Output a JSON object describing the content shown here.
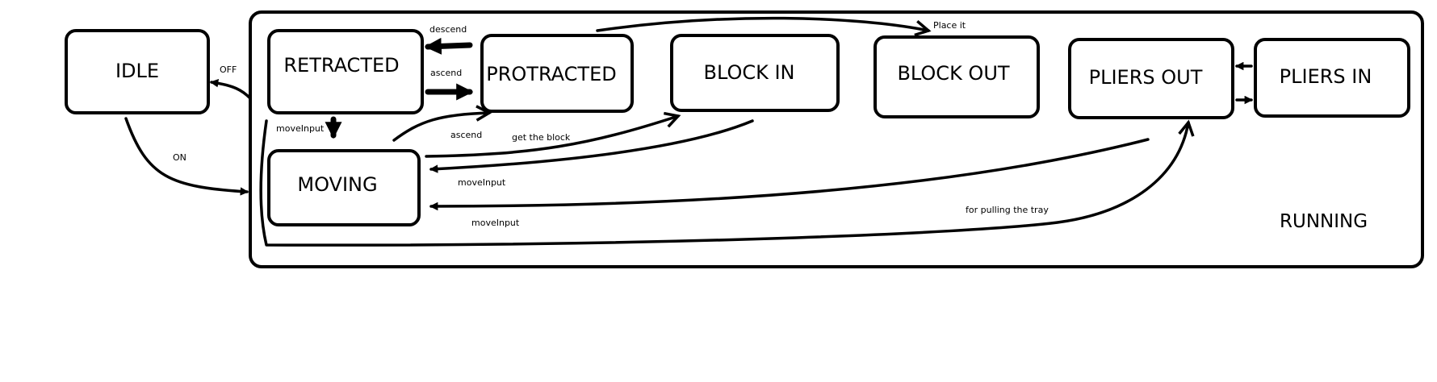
{
  "diagram": {
    "container": {
      "label": "RUNNING"
    },
    "states": {
      "idle": "IDLE",
      "retracted": "RETRACTED",
      "protracted": "PROTRACTED",
      "block_in": "BLOCK IN",
      "block_out": "BLOCK OUT",
      "pliers_out": "PLIERS OUT",
      "pliers_in": "PLIERS IN",
      "moving": "MOVING"
    },
    "edges": {
      "off": "OFF",
      "on": "ON",
      "descend": "descend",
      "ascend_top": "ascend",
      "ascend_bottom": "ascend",
      "moveinput_retracted": "moveInput",
      "get_the_block": "get the block",
      "moveinput_block_in": "moveInput",
      "moveinput_pliers_out": "moveInput",
      "place_it": "Place it",
      "for_pulling_the_tray": "for pulling the tray"
    }
  }
}
